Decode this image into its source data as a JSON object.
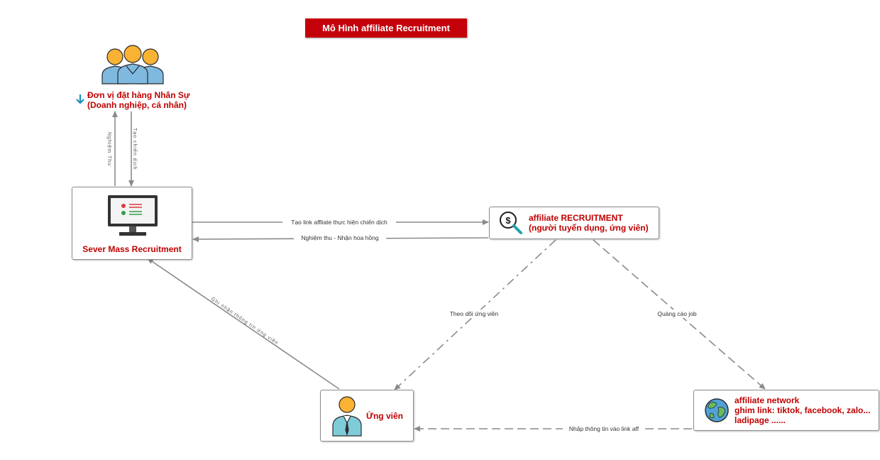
{
  "title": "Mô Hình affiliate Recruitment",
  "nodes": {
    "client": {
      "line1": "Đơn vị đặt hàng Nhân Sự",
      "line2": "(Doanh nghiệp, cá nhân)"
    },
    "server": {
      "label": "Sever Mass Recruitment"
    },
    "affiliate": {
      "line1": "affiliate RECRUITMENT",
      "line2": "(người tuyển dụng, ứng viên)"
    },
    "candidate": {
      "label": "Ứng viên"
    },
    "network": {
      "line1": "affiliate network",
      "line2": "ghim link: tiktok, facebook, zalo...",
      "line3": "ladipage ......"
    }
  },
  "edges": {
    "accept": "Nghiệm Thu",
    "create_campaign": "Tạo chiến dịch",
    "create_link": "Tạo link affliate thực hiện chiến dịch",
    "accept_commission": "Nghiệm thu - Nhận hoa hồng",
    "track_candidate": "Theo dõi ứng viên",
    "advertise_job": "Quảng cáo job",
    "record_info": "Ghi nhận thông tin ứng viên",
    "enter_info": "Nhập thông tin vào link aff"
  }
}
